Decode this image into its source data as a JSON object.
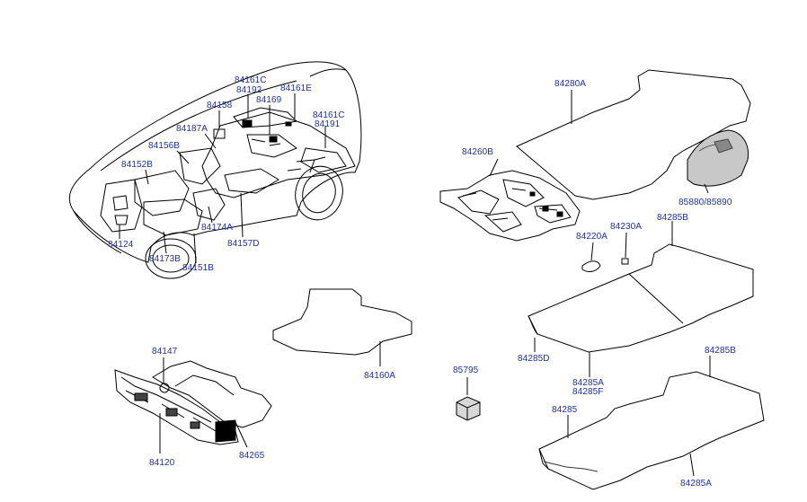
{
  "labels": {
    "l84161C_a": "84161C",
    "l84192": "84192",
    "l84161E": "84161E",
    "l84158": "84158",
    "l84169": "84169",
    "l84161C_b": "84161C",
    "l84191": "84191",
    "l84187A": "84187A",
    "l84156B": "84156B",
    "l84152B": "84152B",
    "l84124": "84124",
    "l84174A": "84174A",
    "l84157D": "84157D",
    "l84173B": "84173B",
    "l84151B": "84151B",
    "l84280A": "84280A",
    "l84260B": "84260B",
    "l85880": "85880/85890",
    "l84220A": "84220A",
    "l84230A": "84230A",
    "l84285B_a": "84285B",
    "l84160A": "84160A",
    "l84147": "84147",
    "l85795": "85795",
    "l84285D": "84285D",
    "l84285A_a": "84285A",
    "l84285F": "84285F",
    "l84285B_b": "84285B",
    "l84285": "84285",
    "l84120": "84120",
    "l84265": "84265",
    "l84285A_b": "84285A"
  },
  "colors": {
    "label": "#1c2fa8",
    "line": "#000000",
    "fill": "#ffffff",
    "shade": "#9a9a9a"
  }
}
